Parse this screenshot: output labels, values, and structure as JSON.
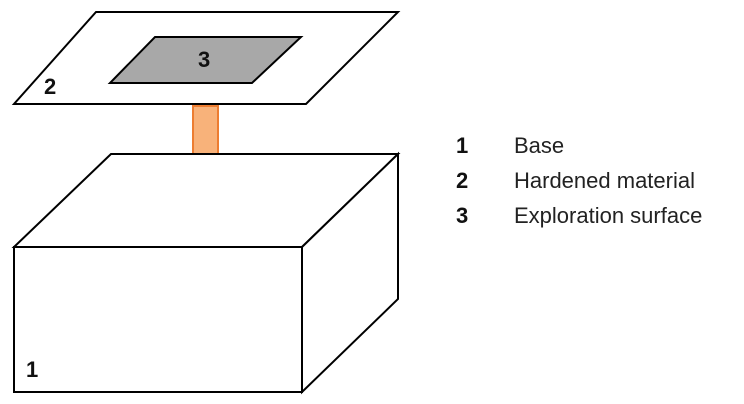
{
  "diagram": {
    "base_number": "1",
    "plate_number": "2",
    "surface_number": "3"
  },
  "legend": {
    "items": [
      {
        "number": "1",
        "label": "Base"
      },
      {
        "number": "2",
        "label": "Hardened material"
      },
      {
        "number": "3",
        "label": "Exploration surface"
      }
    ]
  },
  "colors": {
    "outline": "#000000",
    "exploration_surface_fill": "#a8a8a8",
    "arrow_fill": "#f8b27a",
    "arrow_stroke": "#ed7d31"
  }
}
